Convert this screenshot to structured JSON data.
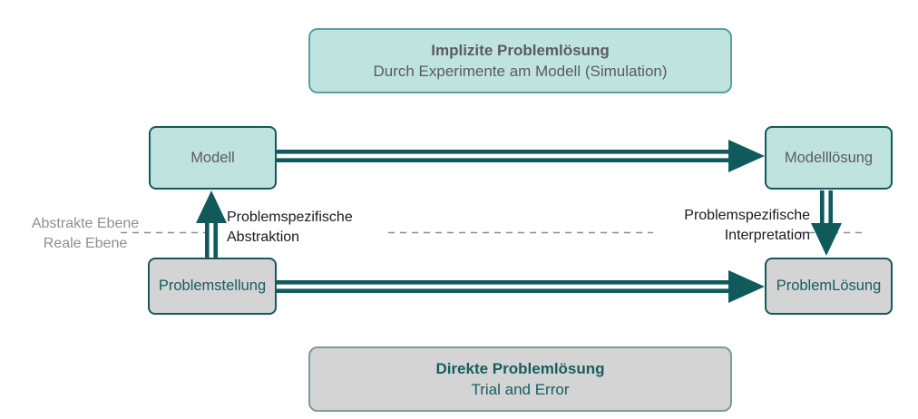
{
  "diagram": {
    "top_banner": {
      "title": "Implizite Problemlösung",
      "subtitle": "Durch Experimente am Modell (Simulation)"
    },
    "bottom_banner": {
      "title": "Direkte Problemlösung",
      "subtitle": "Trial and Error"
    },
    "nodes": {
      "modell": "Modell",
      "modellloesung": "Modelllösung",
      "problemstellung": "Problemstellung",
      "problemloesung": "ProblemLösung"
    },
    "labels": {
      "abstract_level": "Abstrakte Ebene",
      "real_level": "Reale Ebene",
      "abstraction_line1": "Problemspezifische",
      "abstraction_line2": "Abstraktion",
      "interpretation_line1": "Problemspezifische",
      "interpretation_line2": "Interpretation"
    },
    "colors": {
      "teal_fill": "#bfe4e0",
      "teal_border": "#16585b",
      "banner_teal_border": "#55a39f",
      "gray_fill": "#d4d4d4",
      "gray_border": "#80999a",
      "arrow_color": "#115a5c",
      "teal_text": "#175d60",
      "gray_text": "#5b5b5e",
      "muted_text": "#8f8f91",
      "dark_text": "#191920",
      "dash_color": "#8f8f8f"
    }
  }
}
